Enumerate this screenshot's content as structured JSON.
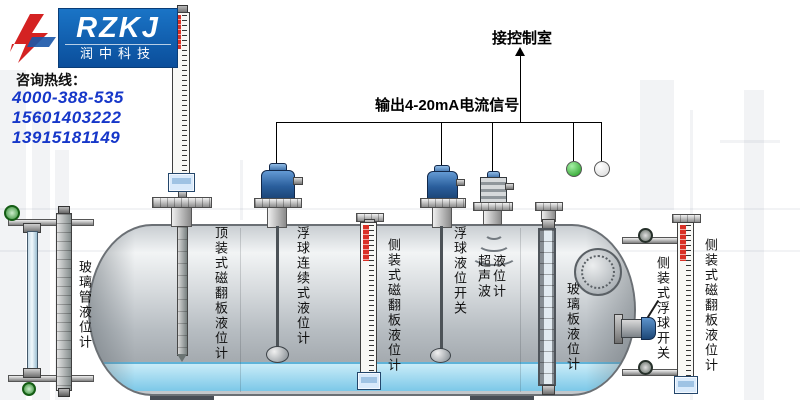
{
  "header": {
    "logo": {
      "brand": "RZKJ",
      "brand_cn": "润中科技"
    },
    "hotline_label": "咨询热线：",
    "phones": [
      "4000-388-535",
      "15601403222",
      "13915181149"
    ]
  },
  "annotations": {
    "control_room": "接控制室",
    "signal": "输出4-20mA电流信号"
  },
  "instruments": [
    {
      "id": "glass-tube-gauge",
      "label": "玻璃管液位计"
    },
    {
      "id": "top-magnetic-gauge",
      "label": "顶装式磁翻板液位计"
    },
    {
      "id": "float-continuous-gauge",
      "label": "浮球连续式液位计"
    },
    {
      "id": "side-magnetic-gauge-1",
      "label": "侧装式磁翻板液位计"
    },
    {
      "id": "float-level-switch",
      "label": "浮球液位开关"
    },
    {
      "id": "ultrasonic-gauge",
      "label": "超声波液位计"
    },
    {
      "id": "glass-plate-gauge",
      "label": "玻璃板液位计"
    },
    {
      "id": "side-float-switch",
      "label": "侧装式浮球开关"
    },
    {
      "id": "side-magnetic-gauge-2",
      "label": "侧装式磁翻板液位计"
    }
  ],
  "colors": {
    "brand_blue": "#0b4e9b",
    "phone_blue": "#1637c9",
    "liquid_blue": "#7cc8e8",
    "indicator_green": "#2db52d",
    "transmitter_blue": "#2a5e9c",
    "flap_red": "#d93025"
  }
}
